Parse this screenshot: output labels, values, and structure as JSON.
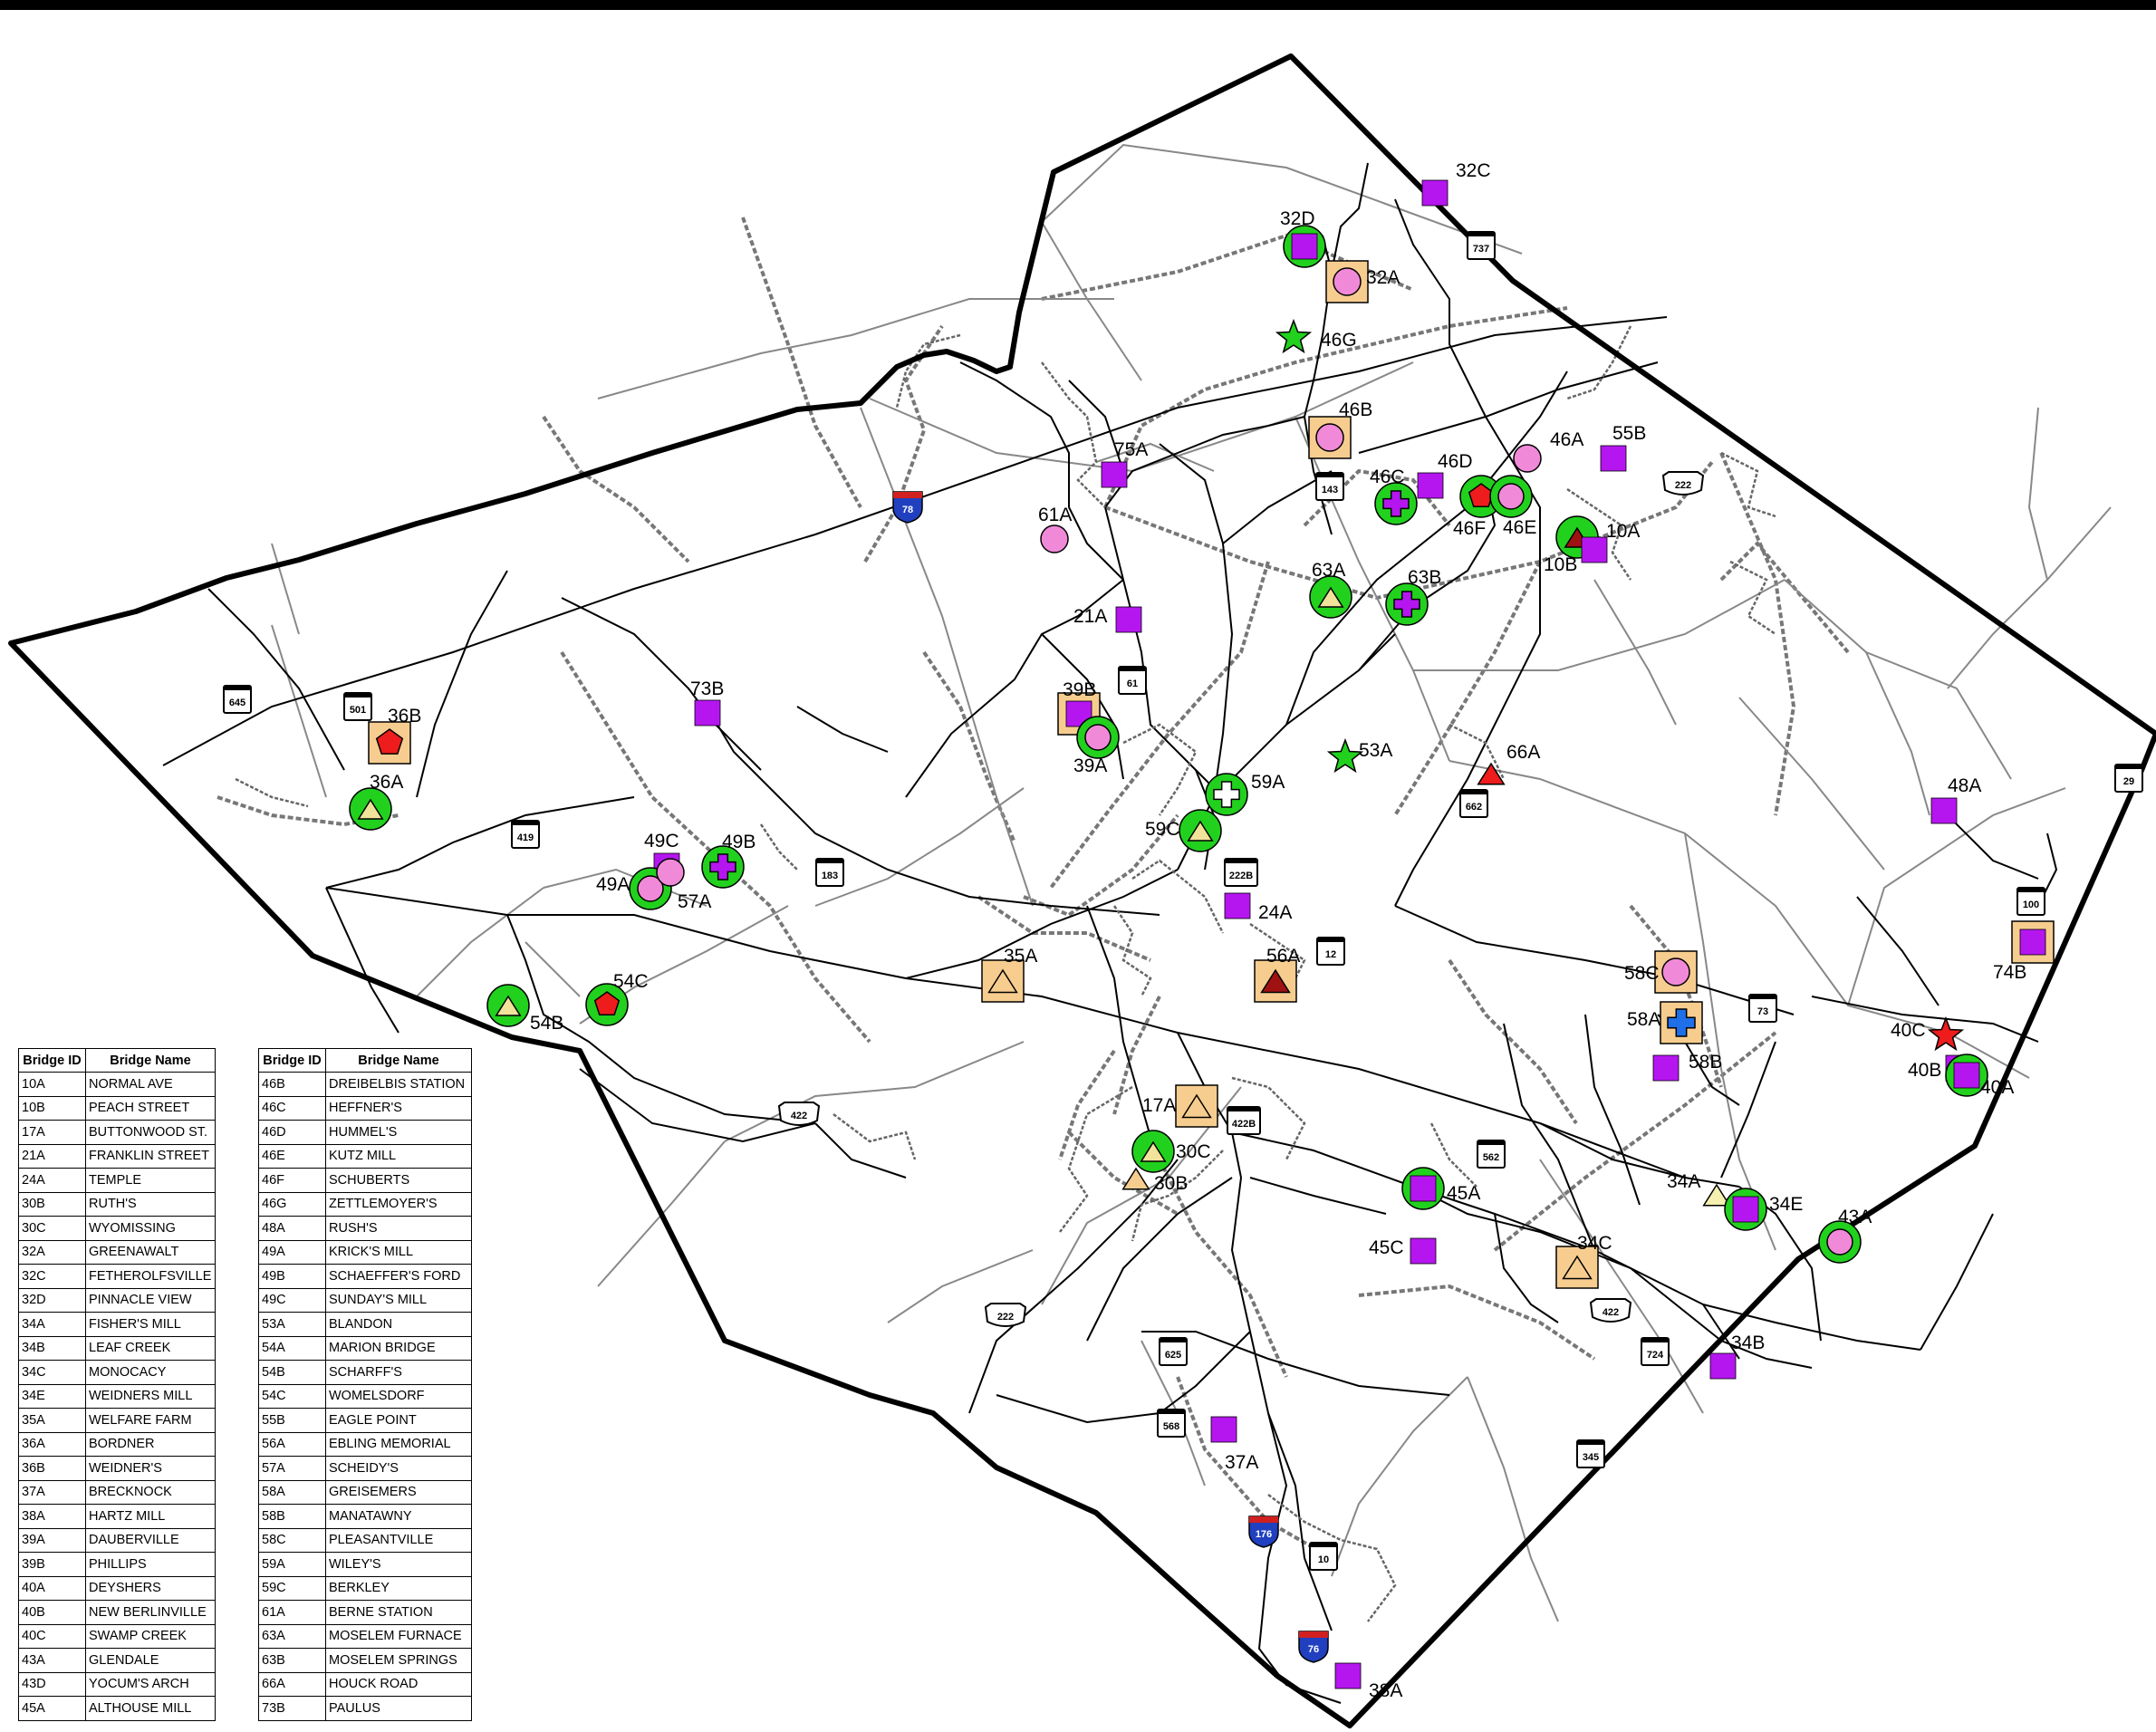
{
  "map": {
    "route_shields": [
      {
        "label": "737",
        "type": "state"
      },
      {
        "label": "143",
        "type": "state"
      },
      {
        "label": "222",
        "type": "us"
      },
      {
        "label": "78",
        "type": "interstate"
      },
      {
        "label": "61",
        "type": "state"
      },
      {
        "label": "645",
        "type": "state"
      },
      {
        "label": "501",
        "type": "state"
      },
      {
        "label": "419",
        "type": "state"
      },
      {
        "label": "183",
        "type": "state"
      },
      {
        "label": "222B",
        "type": "state"
      },
      {
        "label": "662",
        "type": "state"
      },
      {
        "label": "12",
        "type": "state"
      },
      {
        "label": "29",
        "type": "state"
      },
      {
        "label": "100",
        "type": "state"
      },
      {
        "label": "73",
        "type": "state"
      },
      {
        "label": "422",
        "type": "us"
      },
      {
        "label": "422B",
        "type": "state"
      },
      {
        "label": "562",
        "type": "state"
      },
      {
        "label": "222",
        "type": "us"
      },
      {
        "label": "625",
        "type": "state"
      },
      {
        "label": "422",
        "type": "us"
      },
      {
        "label": "724",
        "type": "state"
      },
      {
        "label": "345",
        "type": "state"
      },
      {
        "label": "568",
        "type": "state"
      },
      {
        "label": "176",
        "type": "interstate"
      },
      {
        "label": "10",
        "type": "state"
      },
      {
        "label": "76",
        "type": "interstate"
      }
    ],
    "bridges": [
      {
        "id": "32C",
        "marker": "square-purple"
      },
      {
        "id": "32D",
        "marker": "circle-green-square-purple"
      },
      {
        "id": "32A",
        "marker": "box-tan-circle-pink"
      },
      {
        "id": "46G",
        "marker": "star-green"
      },
      {
        "id": "46B",
        "marker": "box-tan-circle-pink"
      },
      {
        "id": "75A",
        "marker": "square-purple"
      },
      {
        "id": "55B",
        "marker": "square-purple"
      },
      {
        "id": "46A",
        "marker": "circle-pink"
      },
      {
        "id": "46D",
        "marker": "square-purple"
      },
      {
        "id": "46C",
        "marker": "circle-green-cross-purple"
      },
      {
        "id": "46F",
        "marker": "circle-green-pentagon-red"
      },
      {
        "id": "46E",
        "marker": "circle-green-circle-pink"
      },
      {
        "id": "10A",
        "marker": "circle-green-triangle-darkred"
      },
      {
        "id": "10B",
        "marker": "square-purple"
      },
      {
        "id": "61A",
        "marker": "circle-pink"
      },
      {
        "id": "63A",
        "marker": "circle-green-triangle-yellow"
      },
      {
        "id": "63B",
        "marker": "circle-green-cross-purple"
      },
      {
        "id": "21A",
        "marker": "square-purple"
      },
      {
        "id": "39B",
        "marker": "box-tan-square-purple"
      },
      {
        "id": "39A",
        "marker": "circle-green-circle-pink"
      },
      {
        "id": "73B",
        "marker": "square-purple"
      },
      {
        "id": "36B",
        "marker": "box-tan-pentagon-red"
      },
      {
        "id": "36A",
        "marker": "circle-green-triangle-yellow"
      },
      {
        "id": "53A",
        "marker": "star-green"
      },
      {
        "id": "66A",
        "marker": "triangle-red"
      },
      {
        "id": "59A",
        "marker": "circle-green-cross-white"
      },
      {
        "id": "59C",
        "marker": "circle-green-triangle-yellow"
      },
      {
        "id": "49C",
        "marker": "square-purple"
      },
      {
        "id": "49B",
        "marker": "circle-green-cross-purple"
      },
      {
        "id": "49A",
        "marker": "circle-green-circle-pink"
      },
      {
        "id": "57A",
        "marker": "circle-pink"
      },
      {
        "id": "24A",
        "marker": "square-purple"
      },
      {
        "id": "48A",
        "marker": "square-purple"
      },
      {
        "id": "35A",
        "marker": "box-tan-triangle-tan"
      },
      {
        "id": "56A",
        "marker": "box-tan-triangle-darkred"
      },
      {
        "id": "54C",
        "marker": "circle-green-pentagon-red"
      },
      {
        "id": "54B",
        "marker": "circle-green-triangle-yellow"
      },
      {
        "id": "74B",
        "marker": "box-tan-square-purple"
      },
      {
        "id": "58C",
        "marker": "box-tan-circle-pink"
      },
      {
        "id": "58A",
        "marker": "box-tan-cross-blue"
      },
      {
        "id": "58B",
        "marker": "square-purple"
      },
      {
        "id": "40C",
        "marker": "star-red"
      },
      {
        "id": "40B",
        "marker": "square-purple"
      },
      {
        "id": "40A",
        "marker": "circle-green-square-purple"
      },
      {
        "id": "17A",
        "marker": "box-tan-triangle-tan"
      },
      {
        "id": "30C",
        "marker": "circle-green-triangle-yellow"
      },
      {
        "id": "30B",
        "marker": "triangle-tan"
      },
      {
        "id": "45A",
        "marker": "circle-green-square-purple"
      },
      {
        "id": "34A",
        "marker": "triangle-lightyellow"
      },
      {
        "id": "34E",
        "marker": "circle-green-square-purple"
      },
      {
        "id": "43A",
        "marker": "circle-green-circle-pink"
      },
      {
        "id": "45C",
        "marker": "square-purple"
      },
      {
        "id": "34C",
        "marker": "box-tan-triangle-tan"
      },
      {
        "id": "34B",
        "marker": "square-purple"
      },
      {
        "id": "37A",
        "marker": "square-purple"
      },
      {
        "id": "38A",
        "marker": "square-purple"
      }
    ]
  },
  "table_left": {
    "headers": [
      "Bridge ID",
      "Bridge Name"
    ],
    "rows": [
      [
        "10A",
        "NORMAL AVE"
      ],
      [
        "10B",
        "PEACH STREET"
      ],
      [
        "17A",
        "BUTTONWOOD ST."
      ],
      [
        "21A",
        "FRANKLIN STREET"
      ],
      [
        "24A",
        "TEMPLE"
      ],
      [
        "30B",
        "RUTH'S"
      ],
      [
        "30C",
        "WYOMISSING"
      ],
      [
        "32A",
        "GREENAWALT"
      ],
      [
        "32C",
        "FETHEROLFSVILLE"
      ],
      [
        "32D",
        "PINNACLE VIEW"
      ],
      [
        "34A",
        "FISHER'S MILL"
      ],
      [
        "34B",
        "LEAF CREEK"
      ],
      [
        "34C",
        "MONOCACY"
      ],
      [
        "34E",
        "WEIDNERS MILL"
      ],
      [
        "35A",
        "WELFARE FARM"
      ],
      [
        "36A",
        "BORDNER"
      ],
      [
        "36B",
        "WEIDNER'S"
      ],
      [
        "37A",
        "BRECKNOCK"
      ],
      [
        "38A",
        "HARTZ MILL"
      ],
      [
        "39A",
        "DAUBERVILLE"
      ],
      [
        "39B",
        "PHILLIPS"
      ],
      [
        "40A",
        "DEYSHERS"
      ],
      [
        "40B",
        "NEW BERLINVILLE"
      ],
      [
        "40C",
        "SWAMP CREEK"
      ],
      [
        "43A",
        "GLENDALE"
      ],
      [
        "43D",
        "YOCUM'S ARCH"
      ],
      [
        "45A",
        "ALTHOUSE MILL"
      ]
    ]
  },
  "table_right": {
    "headers": [
      "Bridge ID",
      "Bridge Name"
    ],
    "rows": [
      [
        "46B",
        "DREIBELBIS STATION"
      ],
      [
        "46C",
        "HEFFNER'S"
      ],
      [
        "46D",
        "HUMMEL'S"
      ],
      [
        "46E",
        "KUTZ MILL"
      ],
      [
        "46F",
        "SCHUBERTS"
      ],
      [
        "46G",
        "ZETTLEMOYER'S"
      ],
      [
        "48A",
        "RUSH'S"
      ],
      [
        "49A",
        "KRICK'S MILL"
      ],
      [
        "49B",
        "SCHAEFFER'S FORD"
      ],
      [
        "49C",
        "SUNDAY'S MILL"
      ],
      [
        "53A",
        "BLANDON"
      ],
      [
        "54A",
        "MARION BRIDGE"
      ],
      [
        "54B",
        "SCHARFF'S"
      ],
      [
        "54C",
        "WOMELSDORF"
      ],
      [
        "55B",
        "EAGLE POINT"
      ],
      [
        "56A",
        "EBLING MEMORIAL"
      ],
      [
        "57A",
        "SCHEIDY'S"
      ],
      [
        "58A",
        "GREISEMERS"
      ],
      [
        "58B",
        "MANATAWNY"
      ],
      [
        "58C",
        "PLEASANTVILLE"
      ],
      [
        "59A",
        "WILEY'S"
      ],
      [
        "59C",
        "BERKLEY"
      ],
      [
        "61A",
        "BERNE STATION"
      ],
      [
        "63A",
        "MOSELEM FURNACE"
      ],
      [
        "63B",
        "MOSELEM SPRINGS"
      ],
      [
        "66A",
        "HOUCK ROAD"
      ],
      [
        "73B",
        "PAULUS"
      ]
    ]
  },
  "colors": {
    "purple": "#b516f0",
    "green": "#22d11e",
    "pink": "#f08ad8",
    "tan": "#f7cd8f",
    "yellow": "#f2e39a",
    "red": "#ee1c1c",
    "darkred": "#a01212",
    "blue": "#1e6fe8"
  }
}
